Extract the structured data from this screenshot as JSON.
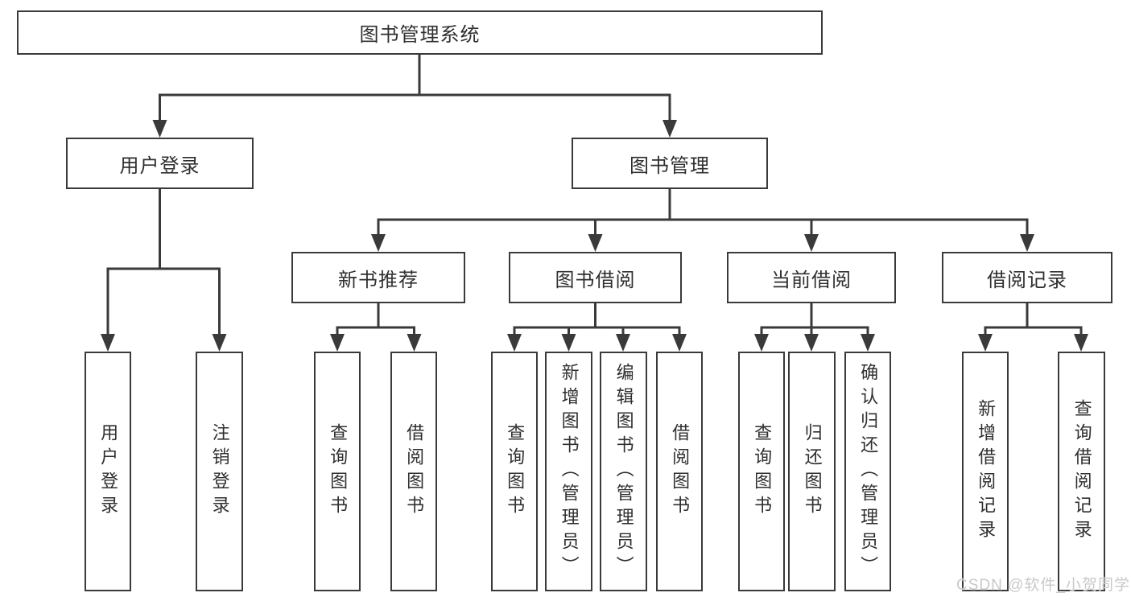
{
  "diagram": {
    "root": {
      "label": "图书管理系统"
    },
    "branches": [
      {
        "label": "用户登录",
        "children": [
          {
            "label": "用户登录"
          },
          {
            "label": "注销登录"
          }
        ]
      },
      {
        "label": "图书管理",
        "children": [
          {
            "label": "新书推荐",
            "children": [
              {
                "label": "查询图书"
              },
              {
                "label": "借阅图书"
              }
            ]
          },
          {
            "label": "图书借阅",
            "children": [
              {
                "label": "查询图书"
              },
              {
                "label": "新增图书（管理员）"
              },
              {
                "label": "编辑图书（管理员）"
              },
              {
                "label": "借阅图书"
              }
            ]
          },
          {
            "label": "当前借阅",
            "children": [
              {
                "label": "查询图书"
              },
              {
                "label": "归还图书"
              },
              {
                "label": "确认归还（管理员）"
              }
            ]
          },
          {
            "label": "借阅记录",
            "children": [
              {
                "label": "新增借阅记录"
              },
              {
                "label": "查询借阅记录"
              }
            ]
          }
        ]
      }
    ]
  },
  "watermark": {
    "text": "CSDN @软件_小贺同学",
    "color": "#c9c9c9"
  },
  "colors": {
    "line": "#3a3a3a",
    "text": "#2f2f2f",
    "background": "#ffffff"
  }
}
